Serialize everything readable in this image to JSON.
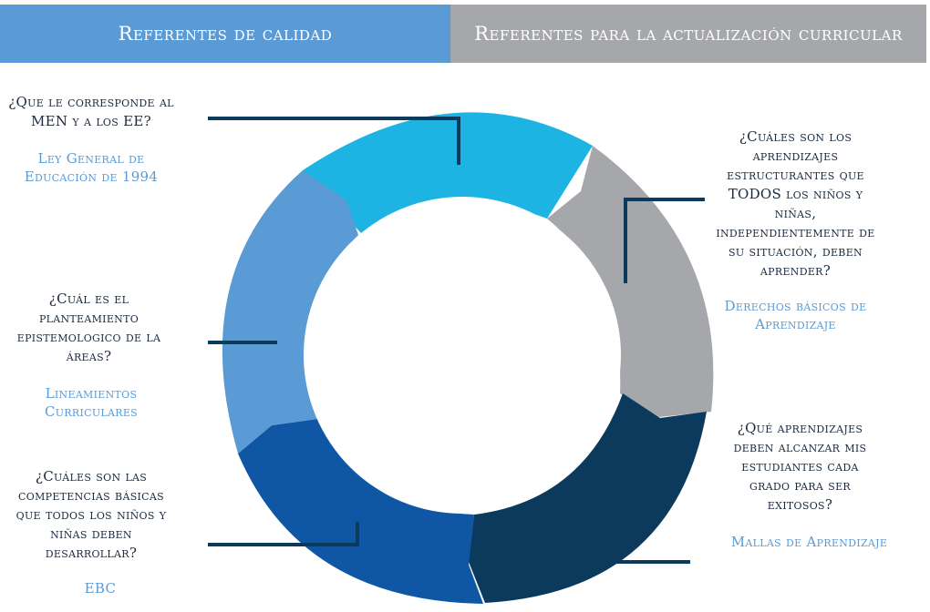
{
  "header": {
    "left_title": "Referentes de calidad",
    "right_title": "Referentes para la actualización curricular"
  },
  "colors": {
    "header_left": "#5a9bd5",
    "header_right": "#a6a7ab",
    "segment_top": "#1db3e3",
    "segment_right": "#a6a7ab",
    "segment_bottom_right": "#0b3a5c",
    "segment_bottom_left": "#0f57a4",
    "segment_left": "#5a9bd5",
    "connector": "#0b3a5c",
    "question_text": "#1a2a40",
    "answer_text": "#5a9bd5"
  },
  "items": [
    {
      "question": "¿Que le corresponde al MEN y a los EE?",
      "answer": "Ley General de Educación de 1994"
    },
    {
      "question": "¿Cuál es el planteamiento epistemologico de la áreas?",
      "answer": "Lineamientos Curriculares"
    },
    {
      "question": "¿Cuáles son las competencias básicas que todos los niños y niñas deben desarrollar?",
      "answer": "EBC"
    },
    {
      "question": "¿Cuáles son los aprendizajes estructurantes que TODOS los niños y niñas, independientemente de su situación, deben aprender?",
      "answer": "Derechos básicos de Aprendizaje"
    },
    {
      "question": "¿Qué aprendizajes deben alcanzar mis estudiantes cada grado para ser exitosos?",
      "answer": "Mallas de Aprendizaje"
    }
  ]
}
